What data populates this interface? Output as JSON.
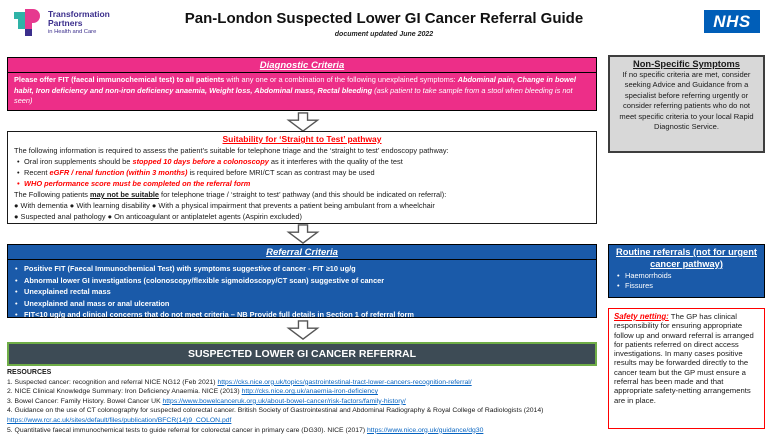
{
  "header": {
    "logo": {
      "line1": "Transformation",
      "line2": "Partners",
      "line3": "in Health and Care"
    },
    "title": "Pan-London Suspected Lower GI Cancer Referral Guide",
    "subtitle": "document updated June 2022",
    "nhs": "NHS"
  },
  "diagnostic": {
    "title": "Diagnostic Criteria",
    "lead_bold": "Please offer FIT (faecal immunochemical test) to all patients",
    "lead_rest": " with any one or a combination of the following unexplained symptoms: ",
    "symptoms": "Abdominal pain, Change in bowel habit, Iron deficiency and non-iron deficiency anaemia, Weight loss, Abdominal mass, Rectal bleeding ",
    "note": "(ask patient to take sample from a stool when bleeding is not seen)"
  },
  "suitability": {
    "title": "Suitability for ‘Straight to Test’ pathway",
    "intro": "The following information is required to assess the patient’s suitable for telephone triage and the ‘straight to test’ endoscopy pathway:",
    "bullet1_pre": "Oral iron supplements should be ",
    "bullet1_em": "stopped 10 days before a colonoscopy",
    "bullet1_post": " as it interferes with the quality of the test",
    "bullet2_pre": "Recent ",
    "bullet2_em": "eGFR / renal function (within 3 months)",
    "bullet2_post": " is required before MRI/CT scan as contrast may be used",
    "bullet3": "WHO performance score must be completed on the referral form",
    "notsuit_pre": "The Following patients ",
    "notsuit_em": "may not be suitable",
    "notsuit_post": " for telephone triage / ‘straight to test’ pathway (and this should be indicated on referral):",
    "groups_line1": "● With dementia  ● With learning disability  ● With a physical impairment that prevents a patient being ambulant from a wheelchair",
    "groups_line2": "● Suspected anal pathology  ● On anticoagulant or antiplatelet agents (Aspirin excluded)"
  },
  "referral": {
    "title": "Referral Criteria",
    "bullets": [
      "Positive FIT (Faecal Immunochemical Test) with symptoms suggestive of cancer - FIT ≥10 ug/g",
      "Abnormal lower GI investigations (colonoscopy/flexible sigmoidoscopy/CT scan) suggestive of cancer",
      "Unexplained rectal mass",
      "Unexplained anal mass or anal ulceration",
      "FIT<10 ug/g and clinical concerns that do not meet criteria – NB Provide full details in Section 1 of referral form"
    ]
  },
  "outcome": {
    "label": "SUSPECTED LOWER GI CANCER REFERRAL"
  },
  "resources": {
    "title": "RESOURCES",
    "items": [
      {
        "text": "1. Suspected cancer: recognition and referral NICE NG12 (Feb 2021) ",
        "link": "https://cks.nice.org.uk/topics/gastrointestinal-tract-lower-cancers-recognition-referral/"
      },
      {
        "text": "2. NICE Clinical Knowledge Summary: Iron Deficiency Anaemia. NICE (2013) ",
        "link": "http://cks.nice.org.uk/anaemia-iron-deficiency"
      },
      {
        "text": "3. Bowel Cancer: Family History. Bowel Cancer UK ",
        "link": "https://www.bowelcanceruk.org.uk/about-bowel-cancer/risk-factors/family-history/"
      },
      {
        "text": "4. Guidance on the use of CT colonography for suspected colorectal cancer. British Society of Gastrointestinal and Abdominal Radiography & Royal College of Radiologists (2014) ",
        "link": "https://www.rcr.ac.uk/sites/default/files/publication/BFCR(14)9_COLON.pdf"
      },
      {
        "text": "5. Quantitative faecal immunochemical tests to guide referral for colorectal cancer in primary care (DG30). NICE (2017) ",
        "link": "https://www.nice.org.uk/guidance/dg30"
      }
    ]
  },
  "sidebar": {
    "non_specific": {
      "title": "Non-Specific Symptoms",
      "body": "If no specific criteria are met, consider seeking Advice and Guidance from a specialist before referring urgently or consider referring patients who do not meet specific criteria to your local Rapid Diagnostic Service."
    },
    "routine": {
      "title": "Routine referrals (not for urgent cancer pathway)",
      "bullets": [
        "Haemorrhoids",
        "Fissures"
      ]
    },
    "safety": {
      "label": "Safety netting:",
      "body": "  The GP has clinical responsibility for ensuring appropriate follow up and onward referral is arranged for patients referred on direct access investigations. In many cases positive results may be forwarded directly to the cancer team but the GP must ensure a referral has been made and that appropriate safety-netting arrangements are in place."
    }
  },
  "colors": {
    "pink": "#ED2E88",
    "blue": "#1A5AA9",
    "nhs_blue": "#005EB8",
    "slate": "#3D4B55",
    "green_border": "#6FAD47",
    "red": "#FF0000",
    "gray_panel": "#D8D8D8",
    "link": "#0563C1",
    "logo_purple": "#3B2E8C",
    "logo_teal": "#2FB3A7"
  }
}
